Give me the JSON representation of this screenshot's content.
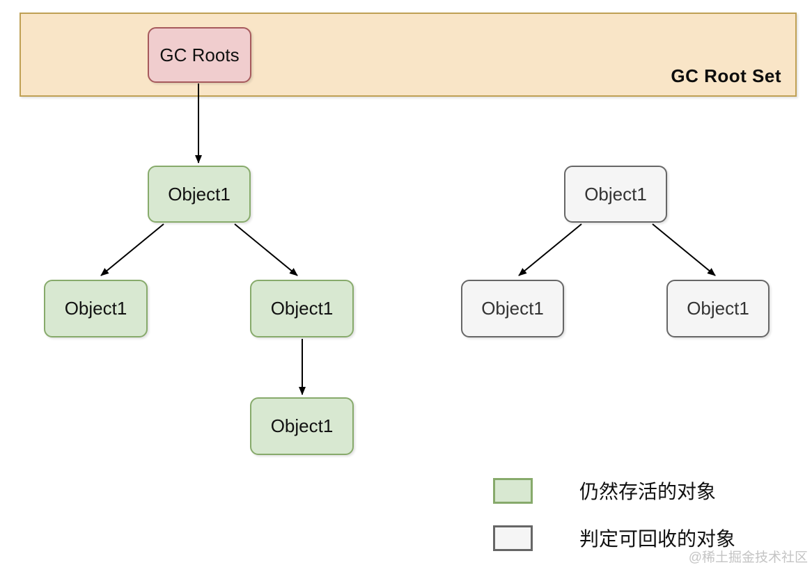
{
  "banner": {
    "title": "GC Root Set"
  },
  "nodes": {
    "gc_roots": {
      "label": "GC Roots",
      "type": "gc-root"
    },
    "green_root": {
      "label": "Object1",
      "type": "alive"
    },
    "green_left": {
      "label": "Object1",
      "type": "alive"
    },
    "green_right": {
      "label": "Object1",
      "type": "alive"
    },
    "green_bottom": {
      "label": "Object1",
      "type": "alive"
    },
    "gray_root": {
      "label": "Object1",
      "type": "collectable"
    },
    "gray_left": {
      "label": "Object1",
      "type": "collectable"
    },
    "gray_right": {
      "label": "Object1",
      "type": "collectable"
    }
  },
  "edges": [
    {
      "from": "gc_roots",
      "to": "green_root"
    },
    {
      "from": "green_root",
      "to": "green_left"
    },
    {
      "from": "green_root",
      "to": "green_right"
    },
    {
      "from": "green_right",
      "to": "green_bottom"
    },
    {
      "from": "gray_root",
      "to": "gray_left"
    },
    {
      "from": "gray_root",
      "to": "gray_right"
    }
  ],
  "legend": {
    "alive": {
      "label": "仍然存活的对象"
    },
    "collectable": {
      "label": "判定可回收的对象"
    }
  },
  "watermark": "@稀土掘金技术社区",
  "colors": {
    "banner_fill": "#f9e5c7",
    "banner_border": "#bfa054",
    "root_fill": "#f0cdce",
    "root_border": "#a6595c",
    "alive_fill": "#d8e8d1",
    "alive_border": "#87aa6b",
    "dead_fill": "#f5f5f5",
    "dead_border": "#666666"
  }
}
